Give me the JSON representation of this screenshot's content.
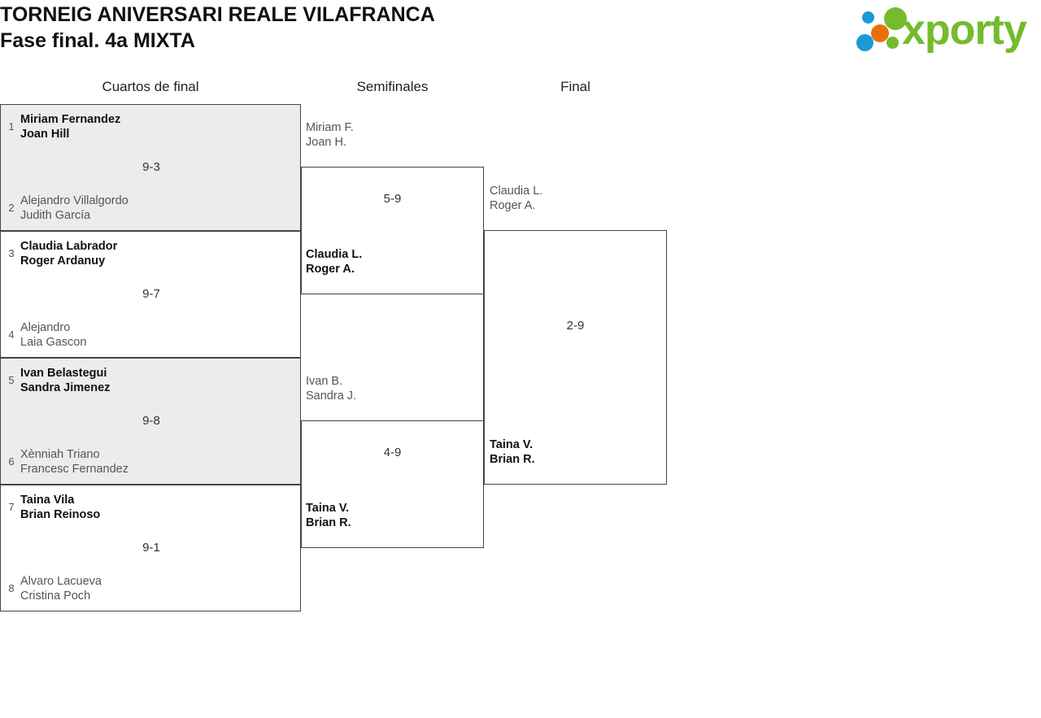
{
  "header": {
    "title_line1": "TORNEIG ANIVERSARI REALE VILAFRANCA",
    "title_line2": "Fase final. 4a MIXTA",
    "logo_text": "xporty",
    "logo_colors": {
      "blue": "#1b9ad6",
      "orange": "#e8700a",
      "green": "#74bb2d"
    }
  },
  "rounds": [
    {
      "label": "Cuartos de final"
    },
    {
      "label": "Semifinales"
    },
    {
      "label": "Final"
    }
  ],
  "quarterfinals": [
    {
      "score": "9-3",
      "top": {
        "seed": "1",
        "player1": "Miriam Fernandez",
        "player2": "Joan Hill",
        "winner": true
      },
      "bottom": {
        "seed": "2",
        "player1": "Alejandro Villalgordo",
        "player2": "Judith García",
        "winner": false
      }
    },
    {
      "score": "9-7",
      "top": {
        "seed": "3",
        "player1": "Claudia Labrador",
        "player2": "Roger Ardanuy",
        "winner": true
      },
      "bottom": {
        "seed": "4",
        "player1": "Alejandro",
        "player2": "Laia Gascon",
        "winner": false
      }
    },
    {
      "score": "9-8",
      "top": {
        "seed": "5",
        "player1": "Ivan Belastegui",
        "player2": "Sandra Jimenez",
        "winner": true
      },
      "bottom": {
        "seed": "6",
        "player1": "Xènniah Triano",
        "player2": "Francesc Fernandez",
        "winner": false
      }
    },
    {
      "score": "9-1",
      "top": {
        "seed": "7",
        "player1": "Taina Vila",
        "player2": "Brian Reinoso",
        "winner": true
      },
      "bottom": {
        "seed": "8",
        "player1": "Alvaro Lacueva",
        "player2": "Cristina Poch",
        "winner": false
      }
    }
  ],
  "semifinals": [
    {
      "score": "5-9",
      "top": {
        "player1": "Miriam F.",
        "player2": "Joan H.",
        "winner": false
      },
      "bottom": {
        "player1": "Claudia L.",
        "player2": "Roger A.",
        "winner": true
      }
    },
    {
      "score": "4-9",
      "top": {
        "player1": "Ivan B.",
        "player2": "Sandra J.",
        "winner": false
      },
      "bottom": {
        "player1": "Taina V.",
        "player2": "Brian R.",
        "winner": true
      }
    }
  ],
  "final": {
    "score": "2-9",
    "top": {
      "player1": "Claudia L.",
      "player2": "Roger A.",
      "winner": false
    },
    "bottom": {
      "player1": "Taina V.",
      "player2": "Brian R.",
      "winner": true
    }
  }
}
